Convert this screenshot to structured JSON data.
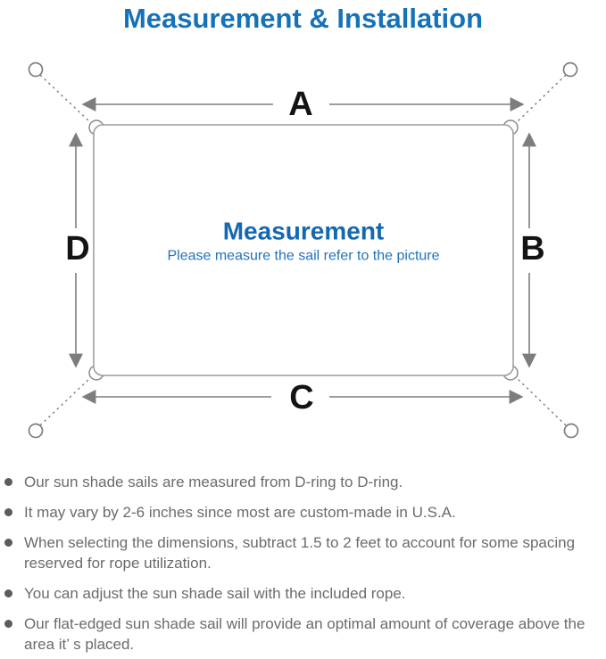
{
  "page": {
    "title": "Measurement & Installation"
  },
  "diagram": {
    "labels": {
      "top": "A",
      "right": "B",
      "bottom": "C",
      "left": "D"
    },
    "center_title": "Measurement",
    "center_subtitle": "Please measure the sail refer to the picture",
    "colors": {
      "title_blue": "#1672b8",
      "center_blue": "#1368b0",
      "subtitle_blue": "#2373b8",
      "line_gray": "#7d7d7d",
      "outline_gray": "#9b9b9b",
      "label_black": "#141414"
    }
  },
  "notes": {
    "items": [
      "Our sun shade sails are measured from D-ring to D-ring.",
      "It may vary by 2-6 inches since most are custom-made in U.S.A.",
      "When selecting the dimensions, subtract 1.5 to 2 feet to account for some spacing reserved for rope utilization.",
      "You can adjust the sun shade sail with the included rope.",
      "Our flat-edged sun shade sail will provide an optimal amount of coverage above the area it’ s placed."
    ]
  }
}
